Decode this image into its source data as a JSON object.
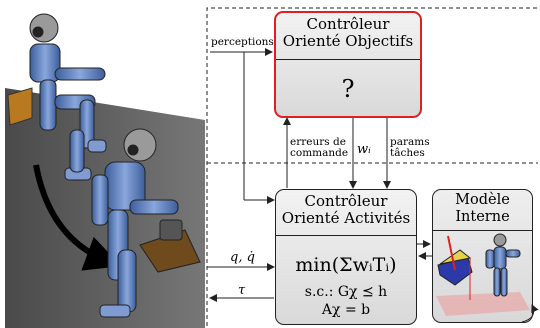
{
  "top_controller": {
    "title_line1": "Contrôleur",
    "title_line2": "Orienté Objectifs",
    "body": "?"
  },
  "activity_controller": {
    "title_line1": "Contrôleur",
    "title_line2": "Orienté Activités",
    "objective": "min(ΣwᵢTᵢ)",
    "constraint1": "s.c.: Gχ ⪯ h",
    "constraint2": "Aχ = b"
  },
  "internal_model": {
    "title_line1": "Modèle",
    "title_line2": "Interne"
  },
  "labels": {
    "perceptions": "perceptions",
    "errors_line1": "erreurs de",
    "errors_line2": "commande",
    "weights": "wᵢ",
    "params_line1": "params",
    "params_line2": "tâches",
    "state": "q, q̇",
    "torque": "τ"
  },
  "colors": {
    "accent_red": "#e02020",
    "box_fill": "#e6e6e6",
    "robot_blue": "#5a7fbf"
  }
}
